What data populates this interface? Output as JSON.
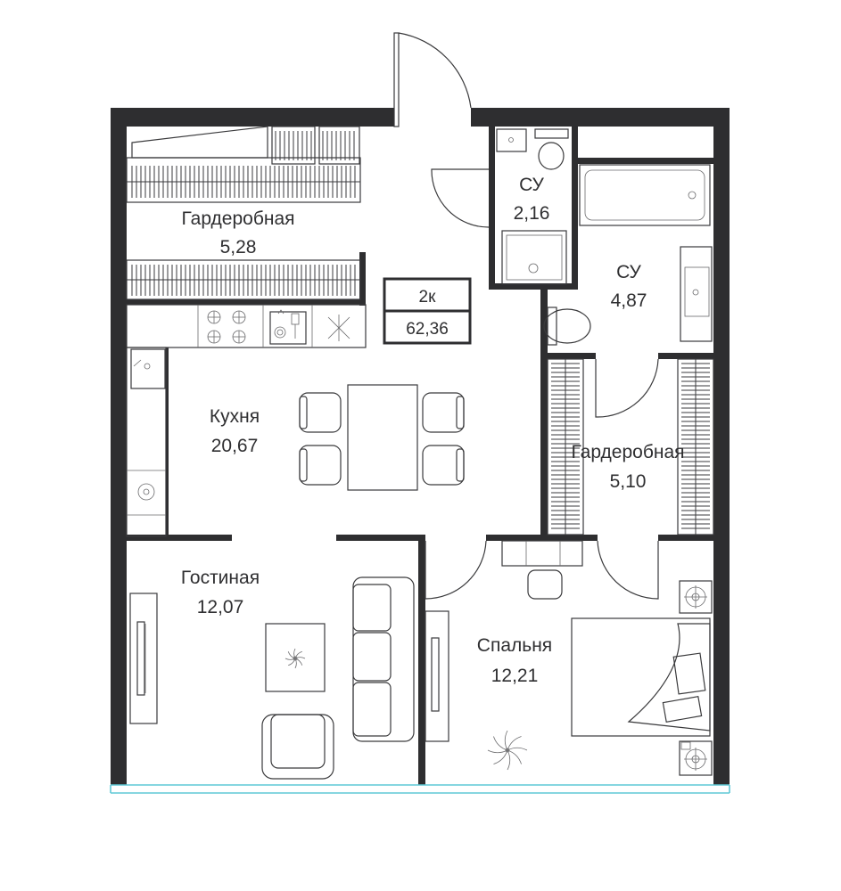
{
  "apartment": {
    "type_label": "2к",
    "total_area": "62,36"
  },
  "rooms": [
    {
      "id": "wardrobe-1",
      "name": "Гардеробная",
      "area": "5,28"
    },
    {
      "id": "bathroom-1",
      "name": "СУ",
      "area": "2,16"
    },
    {
      "id": "bathroom-2",
      "name": "СУ",
      "area": "4,87"
    },
    {
      "id": "kitchen",
      "name": "Кухня",
      "area": "20,67"
    },
    {
      "id": "wardrobe-2",
      "name": "Гардеробная",
      "area": "5,10"
    },
    {
      "id": "living-room",
      "name": "Гостиная",
      "area": "12,07"
    },
    {
      "id": "bedroom",
      "name": "Спальня",
      "area": "12,21"
    }
  ],
  "colors": {
    "wall": "#2e2e30",
    "text": "#2f2f31",
    "window_glass": "#5fc8d6"
  }
}
